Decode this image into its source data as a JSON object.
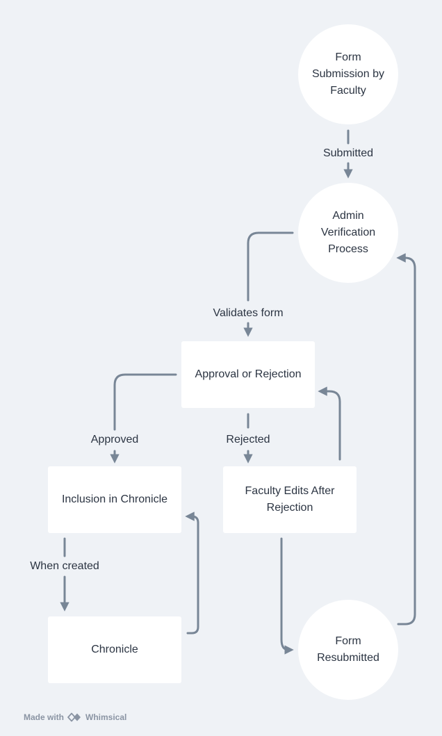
{
  "nodes": {
    "form_submission": "Form\nSubmission by\nFaculty",
    "admin_verification": "Admin\nVerification\nProcess",
    "approval_rejection": "Approval or Rejection",
    "inclusion_chronicle": "Inclusion in Chronicle",
    "faculty_edits": "Faculty Edits After\nRejection",
    "chronicle": "Chronicle",
    "form_resubmitted": "Form\nResubmitted"
  },
  "edges": {
    "submitted": "Submitted",
    "validates_form": "Validates form",
    "approved": "Approved",
    "rejected": "Rejected",
    "when_created": "When created"
  },
  "footer": {
    "made_with": "Made with",
    "brand": "Whimsical"
  },
  "colors": {
    "background": "#eff2f6",
    "node_fill": "#ffffff",
    "edge_stroke": "#788696",
    "text": "#2b3442"
  }
}
